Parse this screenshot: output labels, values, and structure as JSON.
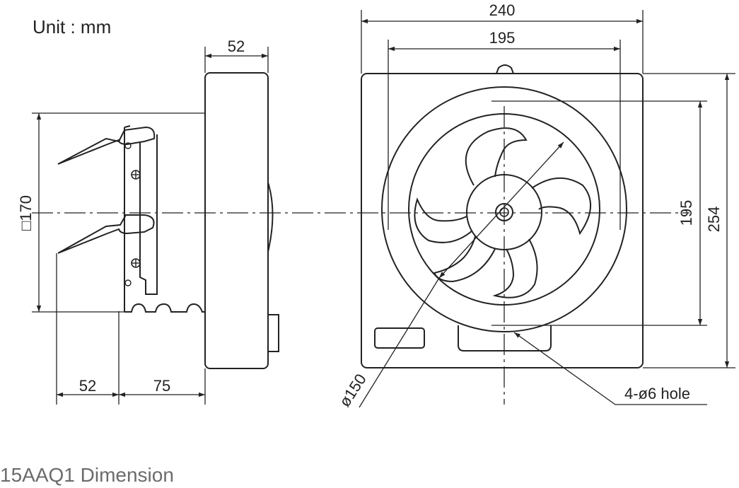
{
  "unit_label": "Unit : mm",
  "caption": "15AAQ1 Dimension",
  "dimensions": {
    "side_top_depth": "52",
    "side_height": "□170",
    "bottom_left": "52",
    "bottom_right": "75",
    "front_overall_width": "240",
    "front_inner_width": "195",
    "front_inner_height": "195",
    "front_overall_height": "254",
    "impeller_diameter": "ø150",
    "mounting_holes": "4-ø6 hole"
  },
  "colors": {
    "ink": "#222222",
    "caption": "#6b6b6b",
    "background": "#ffffff"
  }
}
